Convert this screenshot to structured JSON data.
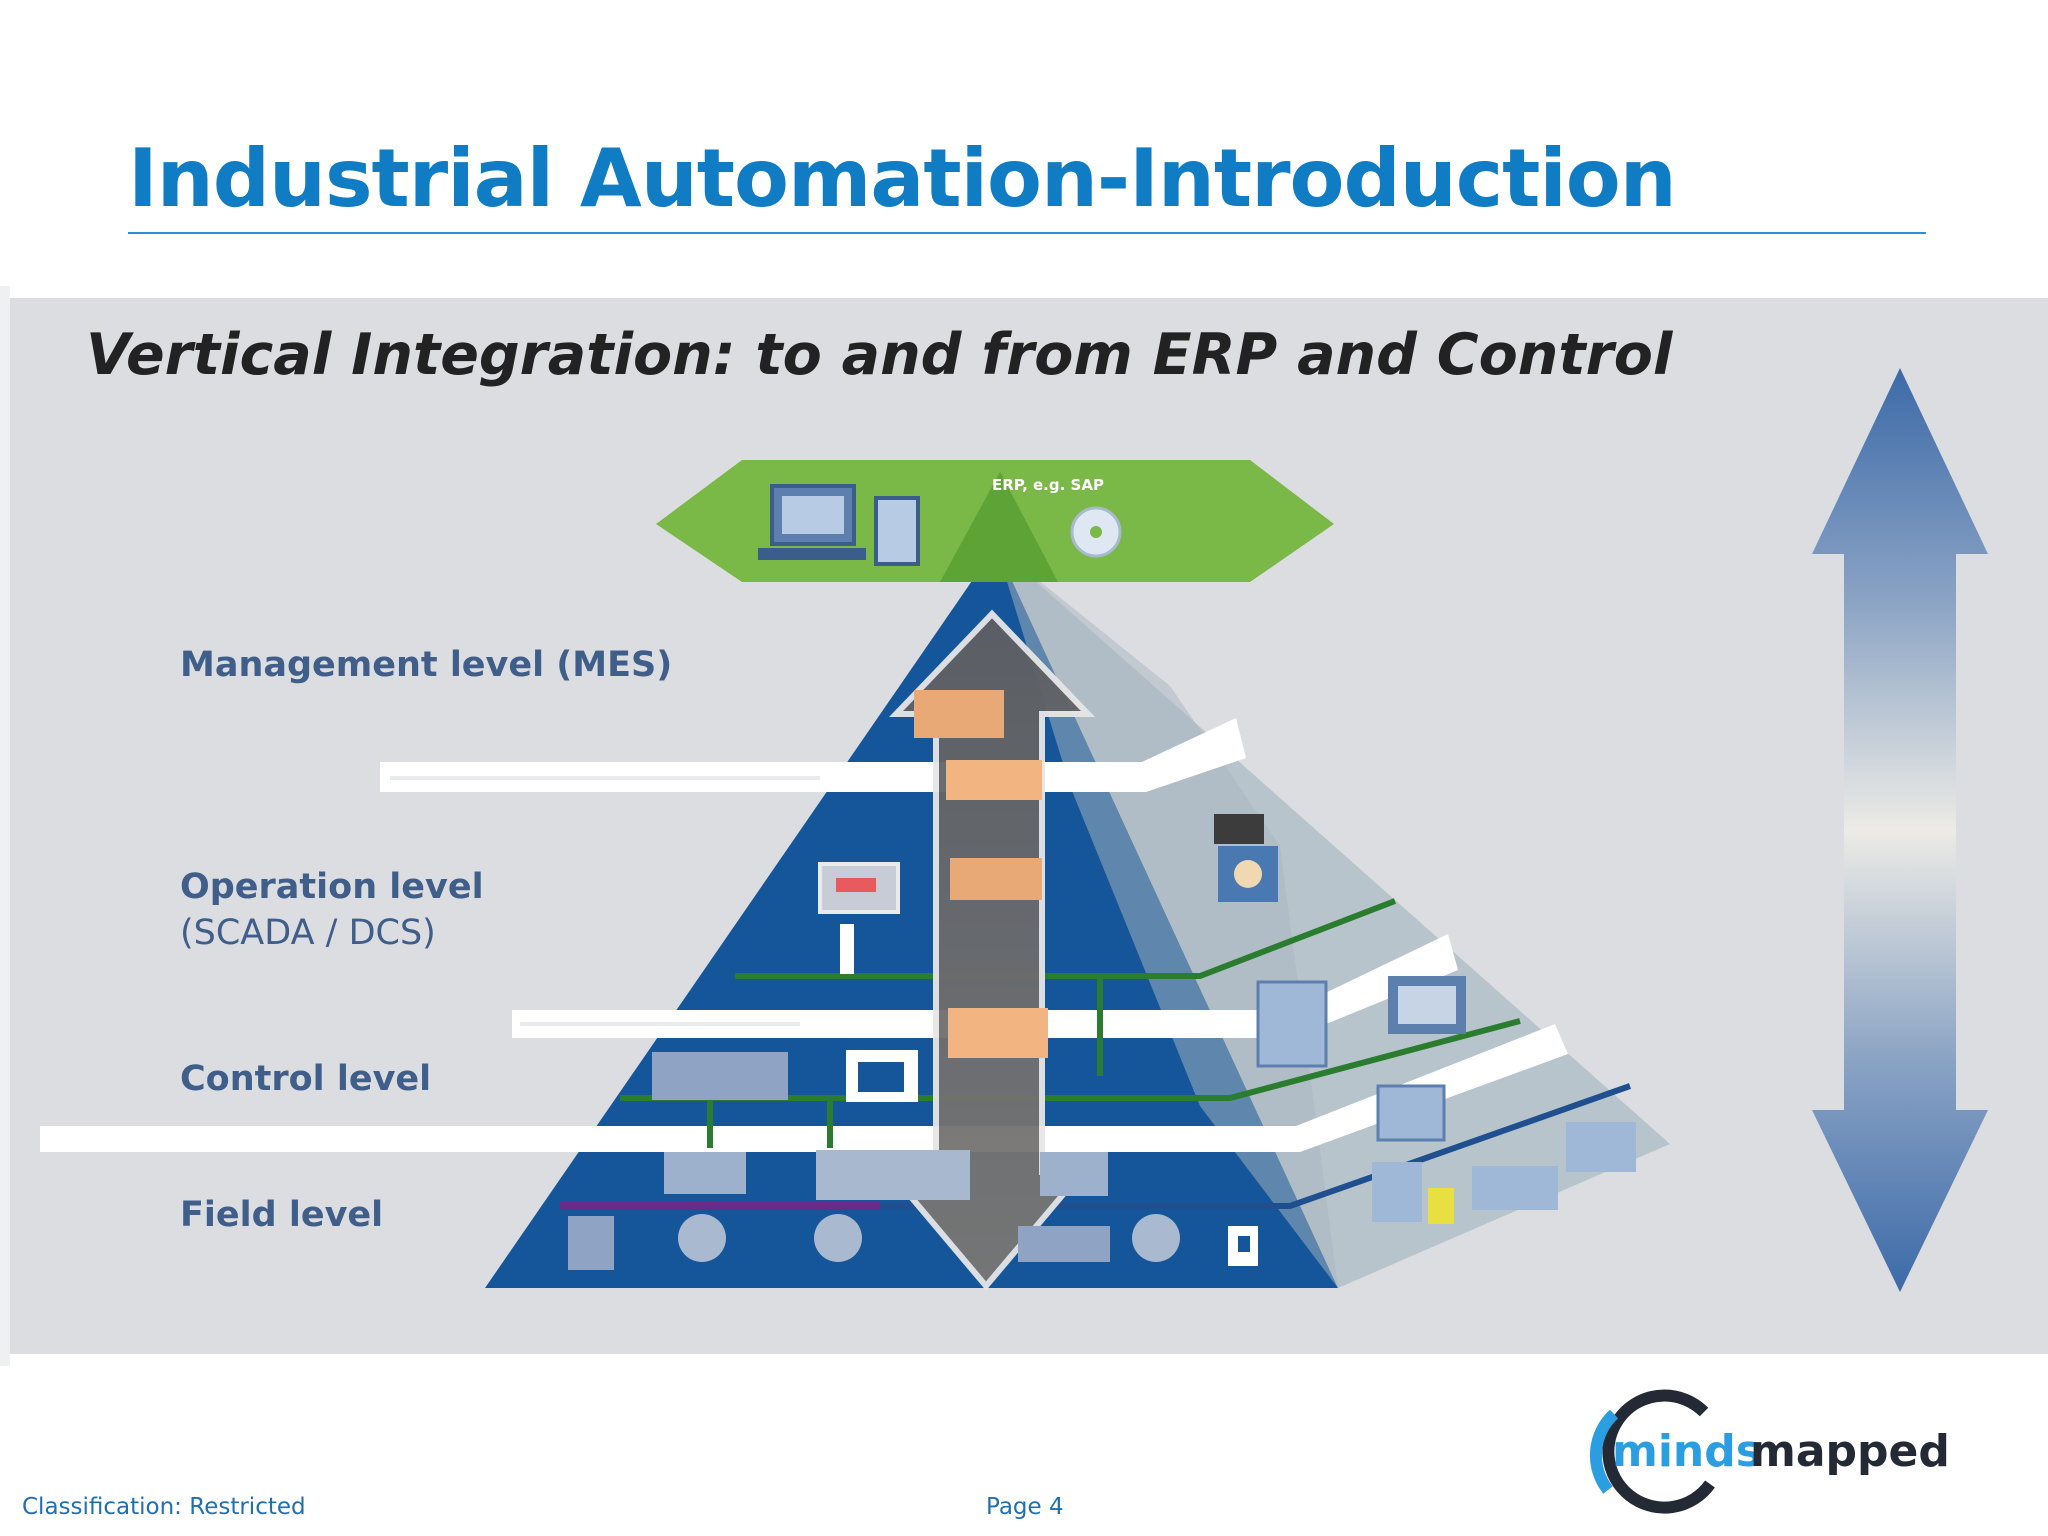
{
  "slide": {
    "title": "Industrial Automation-Introduction",
    "classification": "Classification: Restricted",
    "page": "Page 4"
  },
  "diagram": {
    "heading": "Vertical Integration: to and from ERP and Control",
    "top_badge": "ERP, e.g. SAP",
    "levels": [
      {
        "label": "Management level (MES)"
      },
      {
        "label": "Operation level"
      },
      {
        "label": "(SCADA / DCS)"
      },
      {
        "label": "Control level"
      },
      {
        "label": "Field level"
      }
    ]
  },
  "logo": {
    "text_part1": "minds",
    "text_part2": "mapped",
    "alt": "mindsmapped"
  },
  "colors": {
    "title_blue": "#0f7cc4",
    "pyramid_blue": "#15569a",
    "erp_green": "#7ab848",
    "panel_gray": "#dcdde1"
  }
}
